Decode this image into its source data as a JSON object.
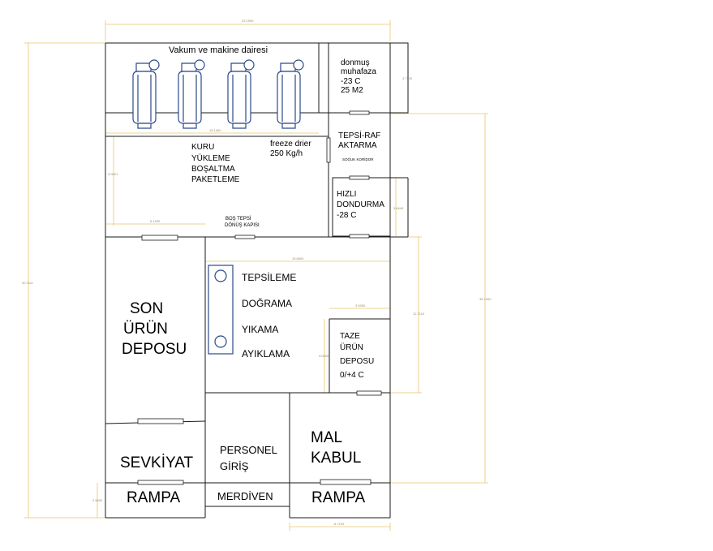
{
  "rooms": {
    "vacuum_room": "Vakum ve makine dairesi",
    "frozen_storage": [
      "donmuş",
      "muhafaza",
      "-23 C",
      "25 M2"
    ],
    "freeze_drier": [
      "freeze drier",
      "250  Kg/h"
    ],
    "dry_zone": [
      "KURU",
      "YÜKLEME",
      "BOŞALTMA",
      "PAKETLEME"
    ],
    "tray_transfer": [
      "TEPSİ-RAF",
      "AKTARMA"
    ],
    "cold_corridor": "SOĞUK KORİDOR",
    "quick_freeze": [
      "HIZLI",
      "DONDURMA",
      "-28 C"
    ],
    "empty_tray_door": [
      "BOŞ TEPSİ",
      "DÖNÜŞ KAPISI"
    ],
    "processing": [
      "TEPSİLEME",
      "DOĞRAMA",
      "YIKAMA",
      "AYIKLAMA"
    ],
    "final_product": [
      "SON",
      "ÜRÜN",
      "DEPOSU"
    ],
    "fresh_storage": [
      "TAZE",
      "ÜRÜN",
      "DEPOSU",
      "0/+4 C"
    ],
    "shipping": "SEVKİYAT",
    "staff_entry": [
      "PERSONEL",
      "GİRİŞ"
    ],
    "goods_receiving": [
      "MAL",
      "KABUL"
    ],
    "ramp_left": "RAMPA",
    "stairs": "MERDİVEN",
    "ramp_right": "RAMPA"
  },
  "dimensions": {
    "top_width": "23.1930",
    "middle_width": "15.1400",
    "left_lower_width": "6.1400",
    "process_width": "15.6600",
    "fresh_width": "3.9300",
    "bottom_right_width": "6.7100",
    "overall_height": "30.7111",
    "right_height": "30.1000",
    "process_height": "12.7110",
    "frozen_height": "3.7730",
    "dry_height": "9.0001",
    "quick_height": "3.6440",
    "fresh_height": "4.0000",
    "ramp_height": "2.9000"
  },
  "colors": {
    "walls": "#1a1a1a",
    "dimension_lines": "#e8c46a",
    "tanks": "#2b4a8a"
  }
}
